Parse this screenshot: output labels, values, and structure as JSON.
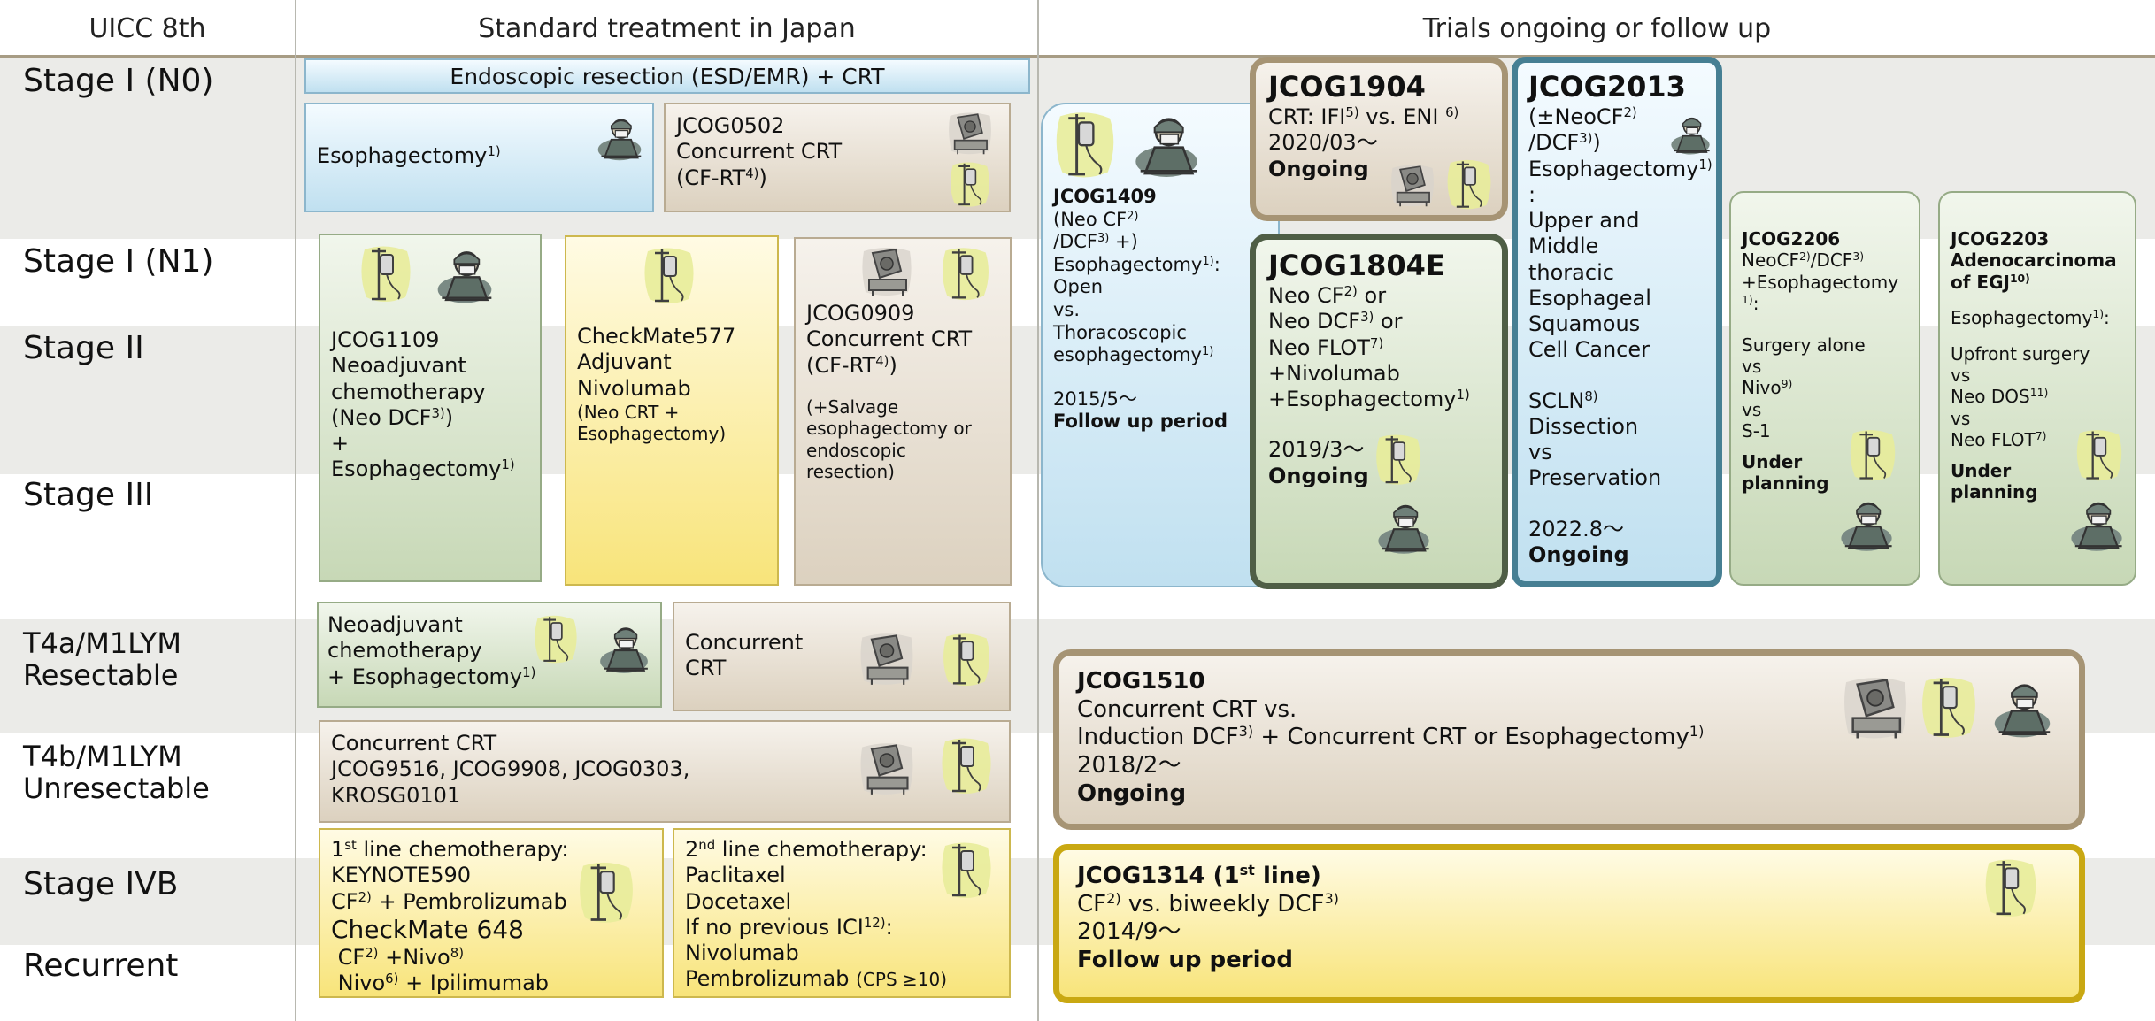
{
  "header": {
    "col1": "UICC 8th",
    "col2": "Standard treatment in Japan",
    "col3": "Trials ongoing or follow up"
  },
  "stages": {
    "s1n0": "Stage I (N0)",
    "s1n1": "Stage I (N1)",
    "s2": "Stage II",
    "s3": "Stage III",
    "t4a_1": "T4a/M1LYM",
    "t4a_2": "Resectable",
    "t4b_1": "T4b/M1LYM",
    "t4b_2": "Unresectable",
    "s4b": "Stage IVB",
    "rec": "Recurrent"
  },
  "standard": {
    "esd": "Endoscopic resection (ESD/EMR) + CRT",
    "esophagectomy": {
      "text": "Esophagectomy",
      "sup": "1)"
    },
    "jcog0502": {
      "l1": "JCOG0502",
      "l2": "Concurrent CRT",
      "l3": "(CF-RT",
      "l3sup": "4)",
      "l3end": ")"
    },
    "jcog1109": {
      "l1": "JCOG1109",
      "l2": "Neoadjuvant",
      "l3": "chemotherapy",
      "l4": "(Neo DCF",
      "l4sup": "3)",
      "l4end": ")",
      "l5": "+",
      "l6": "Esophagectomy",
      "l6sup": "1)"
    },
    "checkmate577": {
      "l1": "CheckMate577",
      "l2": "Adjuvant",
      "l3": "Nivolumab",
      "l4": "(Neo CRT +",
      "l5": "Esophagectomy)"
    },
    "jcog0909": {
      "l1": "JCOG0909",
      "l2": "Concurrent CRT",
      "l3": "(CF-RT",
      "l3sup": "4)",
      "l3end": ")",
      "l4": "(+Salvage",
      "l5": "esophagectomy or",
      "l6": "endoscopic resection)"
    },
    "neoadj": {
      "l1": "Neoadjuvant",
      "l2": "chemotherapy",
      "l3": "+ Esophagectomy",
      "l3sup": "1)"
    },
    "conc_crt": {
      "l1": "Concurrent",
      "l2": "CRT"
    },
    "unres": {
      "l1": "Concurrent CRT",
      "l2": "JCOG9516, JCOG9908, JCOG0303,",
      "l3": "KROSG0101"
    },
    "first_line": {
      "l1a": "1",
      "l1sup": "st",
      "l1b": " line chemotherapy:",
      "l2": "KEYNOTE590",
      "l3a": "CF",
      "l3sup": "2)",
      "l3b": " + Pembrolizumab",
      "l4": "CheckMate 648",
      "l5a": "CF",
      "l5sup": "2)",
      "l5b": " +Nivo",
      "l5sup2": "8)",
      "l6a": "Nivo",
      "l6sup": "6)",
      "l6b": " + Ipilimumab"
    },
    "second_line": {
      "l1a": "2",
      "l1sup": "nd",
      "l1b": " line chemotherapy:",
      "l2": "Paclitaxel",
      "l3": "Docetaxel",
      "l4a": "If no previous ICI",
      "l4sup": "12)",
      "l4b": ":",
      "l5": "Nivolumab",
      "l6": "Pembrolizumab",
      "l6small": "(CPS ≥10)"
    }
  },
  "trials": {
    "jcog1409": {
      "l1": "JCOG1409",
      "l2a": "(Neo CF",
      "l2sup": "2)",
      "l3a": " /DCF",
      "l3sup": "3)",
      "l3b": " +)",
      "l4a": "Esophagectomy",
      "l4sup": "1)",
      "l4b": ":",
      "l5": "Open",
      "l6": "vs.",
      "l7": "Thoracoscopic",
      "l8a": "esophagectomy",
      "l8sup": "1)",
      "l9": "2015/5～",
      "l10": "Follow up period"
    },
    "jcog1904": {
      "l1": "JCOG1904",
      "l2a": "CRT: IFI",
      "l2sup": "5)",
      "l2b": " vs. ENI ",
      "l2sup2": "6)",
      "l3": "2020/03～",
      "l4": "Ongoing"
    },
    "jcog1804e": {
      "l1": "JCOG1804E",
      "l2a": "Neo CF",
      "l2sup": "2)",
      "l2b": " or",
      "l3a": "Neo DCF",
      "l3sup": "3)",
      "l3b": " or",
      "l4a": "Neo FLOT",
      "l4sup": "7)",
      "l5": "+Nivolumab",
      "l6a": "+Esophagectomy",
      "l6sup": "1)",
      "l7": "2019/3～",
      "l8": "Ongoing"
    },
    "jcog2013": {
      "l1": "JCOG2013",
      "l2a": "(±NeoCF",
      "l2sup": "2)",
      "l3a": "/DCF",
      "l3sup": "3)",
      "l3b": ")",
      "l4a": "Esophagectomy",
      "l4sup": "1)",
      "l5": ":",
      "l6": "Upper and",
      "l7": "Middle",
      "l8": "thoracic",
      "l9": "Esophageal",
      "l10": "Squamous",
      "l11": "Cell Cancer",
      "l12a": "SCLN",
      "l12sup": "8)",
      "l13": "Dissection",
      "l14": "vs",
      "l15": "Preservation",
      "l16": "2022.8～",
      "l17": "Ongoing"
    },
    "jcog2206": {
      "l1": "JCOG2206",
      "l2a": "NeoCF",
      "l2sup": "2)",
      "l2b": "/DCF",
      "l2sup2": "3)",
      "l3": "+Esophagectomy",
      "l4sup": "1)",
      "l4b": ":",
      "l5": "Surgery alone",
      "l6": "vs",
      "l7a": "Nivo",
      "l7sup": "9)",
      "l8": "vs",
      "l9": "S-1",
      "l10": "Under",
      "l11": "planning"
    },
    "jcog2203": {
      "l1": "JCOG2203",
      "l2": "Adenocarcinoma",
      "l3a": "of EGJ",
      "l3sup": "10)",
      "l4a": "Esophagectomy",
      "l4sup": "1)",
      "l4b": ":",
      "l5": "Upfront surgery",
      "l6": "vs",
      "l7a": "Neo DOS",
      "l7sup": "11)",
      "l8": "vs",
      "l9a": "Neo FLOT",
      "l9sup": "7)",
      "l10": "Under",
      "l11": "planning"
    },
    "jcog1510": {
      "l1": "JCOG1510",
      "l2": "Concurrent CRT vs.",
      "l3a": "Induction DCF",
      "l3sup": "3)",
      "l3b": " + Concurrent CRT or Esophagectomy",
      "l3sup2": "1)",
      "l4": "2018/2～",
      "l5": "Ongoing"
    },
    "jcog1314": {
      "l1a": "JCOG1314 (1",
      "l1sup": "st",
      "l1b": " line)",
      "l2a": "CF",
      "l2sup": "2)",
      "l2b": " vs. biweekly DCF",
      "l2sup2": "3)",
      "l3": "2014/9～",
      "l4": "Follow up period"
    }
  },
  "colors": {
    "blue": "#c0e0f0",
    "tan": "#dcd1bf",
    "green": "#c7d8b6",
    "yellow": "#f8e47a",
    "band": "#ebebe8"
  },
  "icons": [
    "surgeon-icon",
    "iv-drip-icon",
    "radiotherapy-machine-icon"
  ]
}
